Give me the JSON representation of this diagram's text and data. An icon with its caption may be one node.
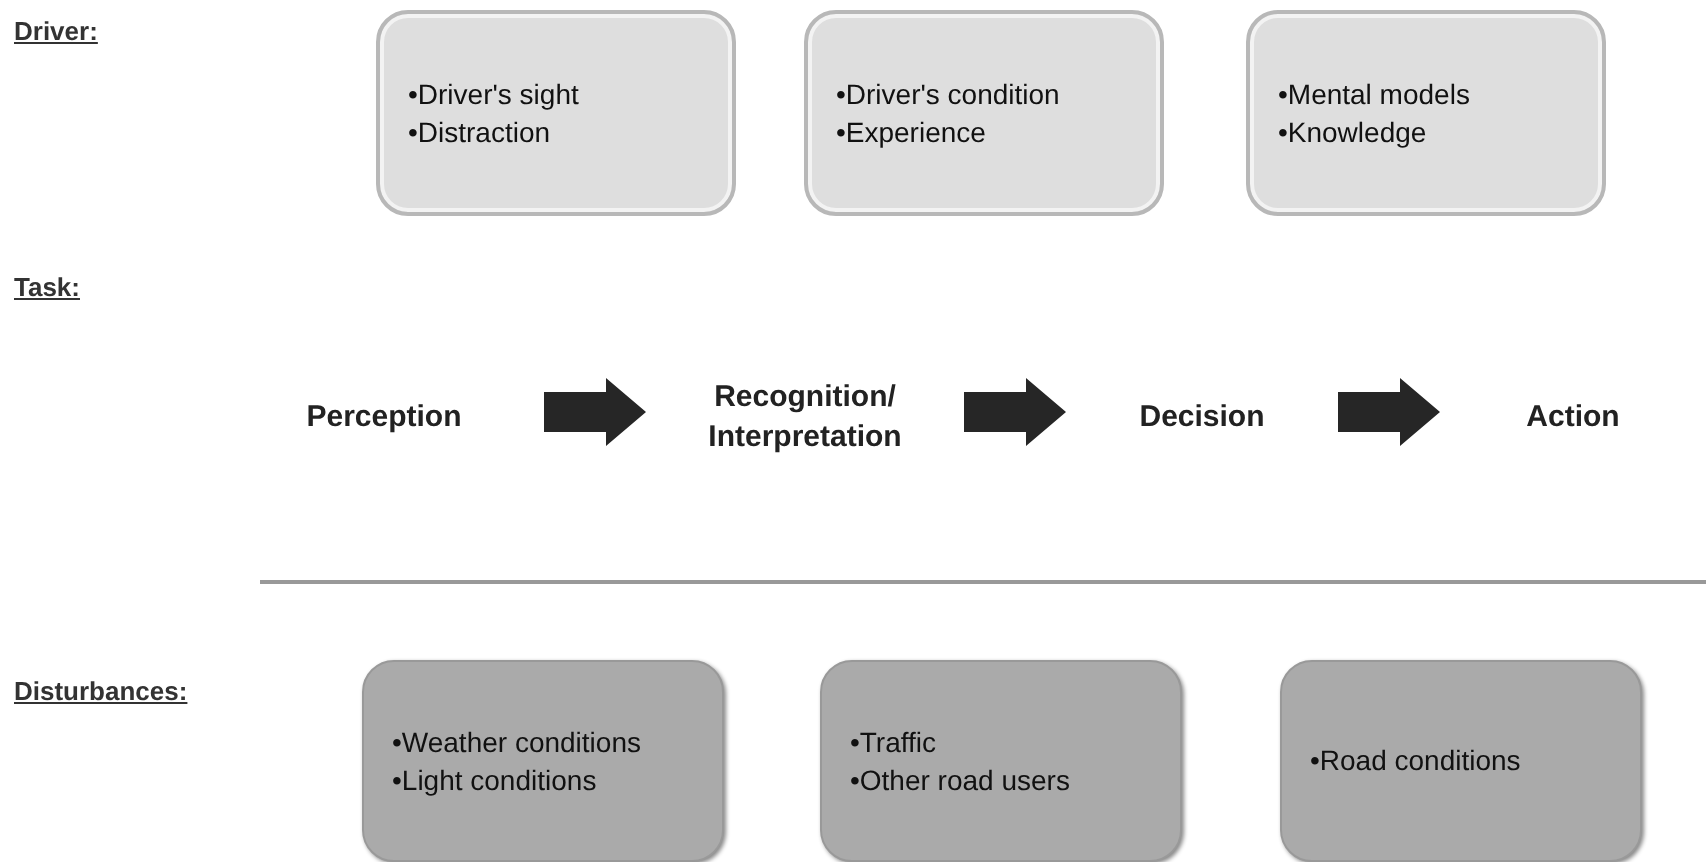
{
  "diagram": {
    "nodes": [
      {
        "text": [
          "•Driver's sight",
          "•Distraction"
        ]
      },
      {
        "text": [
          "•Driver's condition",
          "•Experience"
        ]
      },
      {
        "text": [
          "•Mental models",
          "•Knowledge"
        ]
      },
      {
        "text": [
          "Perception"
        ]
      },
      {
        "text": [
          "Recognition/ Interpretation"
        ]
      },
      {
        "text": [
          "Decision"
        ]
      },
      {
        "text": [
          "Action"
        ]
      },
      {
        "text": [
          "•Weather conditions",
          "•Light conditions"
        ]
      },
      {
        "text": [
          "•Traffic",
          "•Other road users"
        ]
      },
      {
        "text": [
          "•Road conditions"
        ]
      }
    ],
    "edges": [
      {
        "from": 3,
        "to": 4,
        "arrow": "to"
      },
      {
        "from": 4,
        "to": 5,
        "arrow": "to"
      },
      {
        "from": 5,
        "to": 6,
        "arrow": "to"
      }
    ],
    "labels": [
      "Driver:",
      "Task:",
      "Disturbances:"
    ]
  }
}
